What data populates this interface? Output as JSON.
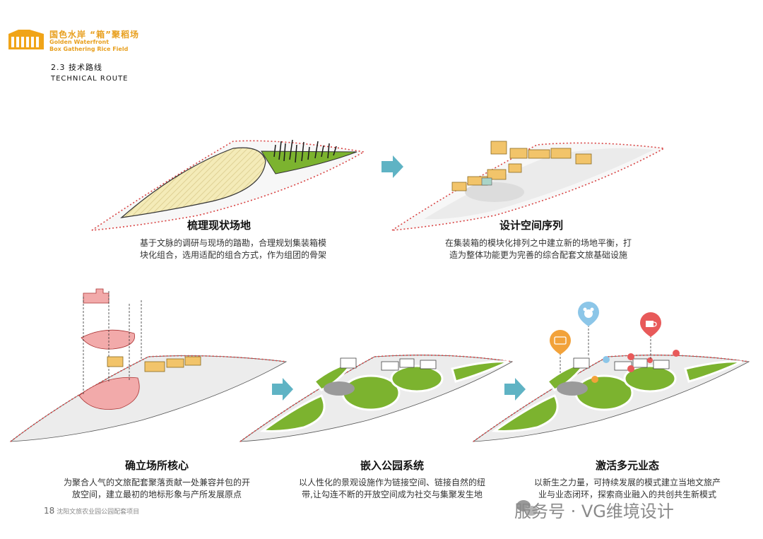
{
  "header": {
    "brand_cn": "国色水岸 “箱”聚稻场",
    "brand_en_line1": "Golden Waterfront",
    "brand_en_line2": "Box Gathering Rice Field",
    "section_number_title": "2.3 技术路线",
    "section_subtitle": "TECHNICAL ROUTE"
  },
  "steps": [
    {
      "title": "梳理现状场地",
      "desc_line1": "基于文脉的调研与现场的踏勘，合理规划集装箱模",
      "desc_line2": "块化组合，选用适配的组合方式，作为组团的骨架"
    },
    {
      "title": "设计空间序列",
      "desc_line1": "在集装箱的模块化排列之中建立新的场地平衡，打",
      "desc_line2": "造为整体功能更为完善的综合配套文旅基础设施"
    },
    {
      "title": "确立场所核心",
      "desc_line1": "为聚合人气的文旅配套聚落贡献一处兼容并包的开",
      "desc_line2": "放空间，建立最初的地标形象与产所发展原点"
    },
    {
      "title": "嵌入公园系统",
      "desc_line1": "以人性化的景观设施作为链接空间、链接自然的纽",
      "desc_line2": "带,让勾连不断的开放空间成为社交与集聚发生地"
    },
    {
      "title": "激活多元业态",
      "desc_line1": "以新生之力量，可持续发展的模式建立当地文旅产",
      "desc_line2": "业与业态闭环，探索商业融入的共创共生新模式"
    }
  ],
  "footer": {
    "page_number": "18",
    "project_name": "沈阳文旅农业园公园配套项目"
  },
  "watermark": "服务号 · VG维境设计",
  "colors": {
    "brand": "#e8a020",
    "arrow": "#5fb3c4",
    "grass": "#7cb32f",
    "container": "#f2c46a",
    "core": "#f2aaaa",
    "outline": "#d94545"
  },
  "icons": [
    "wechat-icon",
    "card-pin-icon",
    "bear-pin-icon",
    "coffee-pin-icon"
  ]
}
